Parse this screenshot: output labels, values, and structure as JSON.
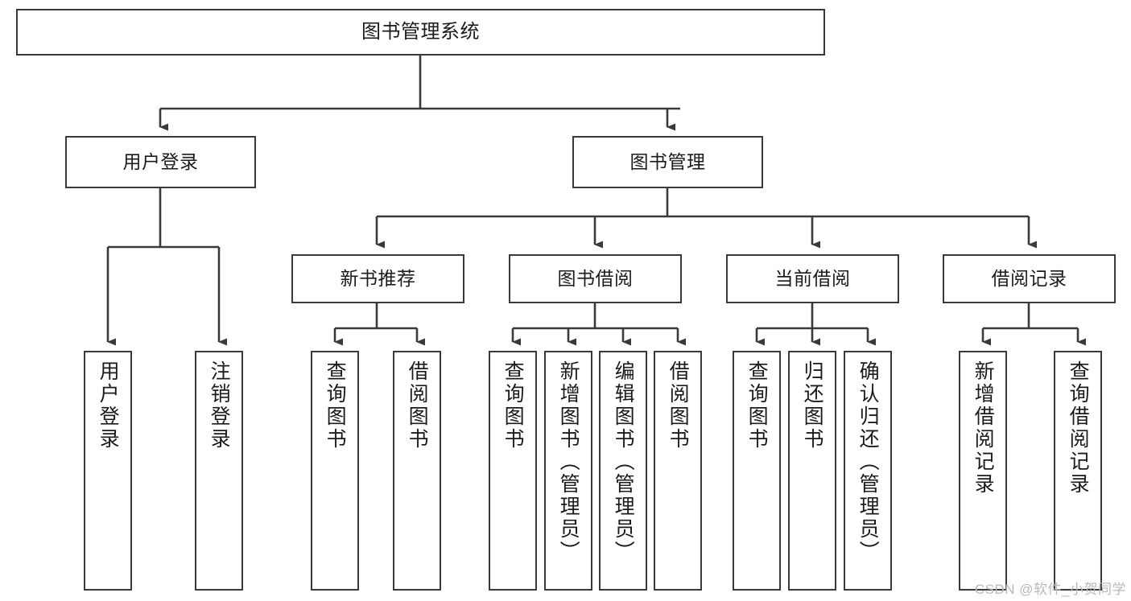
{
  "diagram": {
    "title": "图书管理系统",
    "type": "tree",
    "orientation": "top-down",
    "colors": {
      "box_border": "#3a3a3a",
      "box_fill": "#ffffff",
      "connector": "#3a3a3a",
      "text": "#1b1b1b",
      "watermark": "#b9b9b9",
      "background": "#ffffff"
    },
    "watermark": "CSDN @软件_小贺同学",
    "levels": {
      "root": "图书管理系统",
      "level2": [
        "用户登录",
        "图书管理"
      ],
      "level3": [
        "新书推荐",
        "图书借阅",
        "当前借阅",
        "借阅记录"
      ]
    },
    "nodes": {
      "root": {
        "label": "图书管理系统"
      },
      "user_login": {
        "label": "用户登录"
      },
      "book_manage": {
        "label": "图书管理"
      },
      "new_book_rec": {
        "label": "新书推荐"
      },
      "book_borrow": {
        "label": "图书借阅"
      },
      "current_borrow": {
        "label": "当前借阅"
      },
      "borrow_record": {
        "label": "借阅记录"
      },
      "leaf_user_login": {
        "label": "用户登录"
      },
      "leaf_user_logout": {
        "label": "注销登录"
      },
      "leaf_rec_query": {
        "label": "查询图书"
      },
      "leaf_rec_borrow": {
        "label": "借阅图书"
      },
      "leaf_borrow_query": {
        "label": "查询图书"
      },
      "leaf_borrow_add": {
        "label": "新增图书（管理员）"
      },
      "leaf_borrow_edit": {
        "label": "编辑图书（管理员）"
      },
      "leaf_borrow_do": {
        "label": "借阅图书"
      },
      "leaf_cur_query": {
        "label": "查询图书"
      },
      "leaf_cur_return": {
        "label": "归还图书"
      },
      "leaf_cur_confirm": {
        "label": "确认归还（管理员）"
      },
      "leaf_rec_add": {
        "label": "新增借阅记录"
      },
      "leaf_rec_search": {
        "label": "查询借阅记录"
      }
    }
  }
}
